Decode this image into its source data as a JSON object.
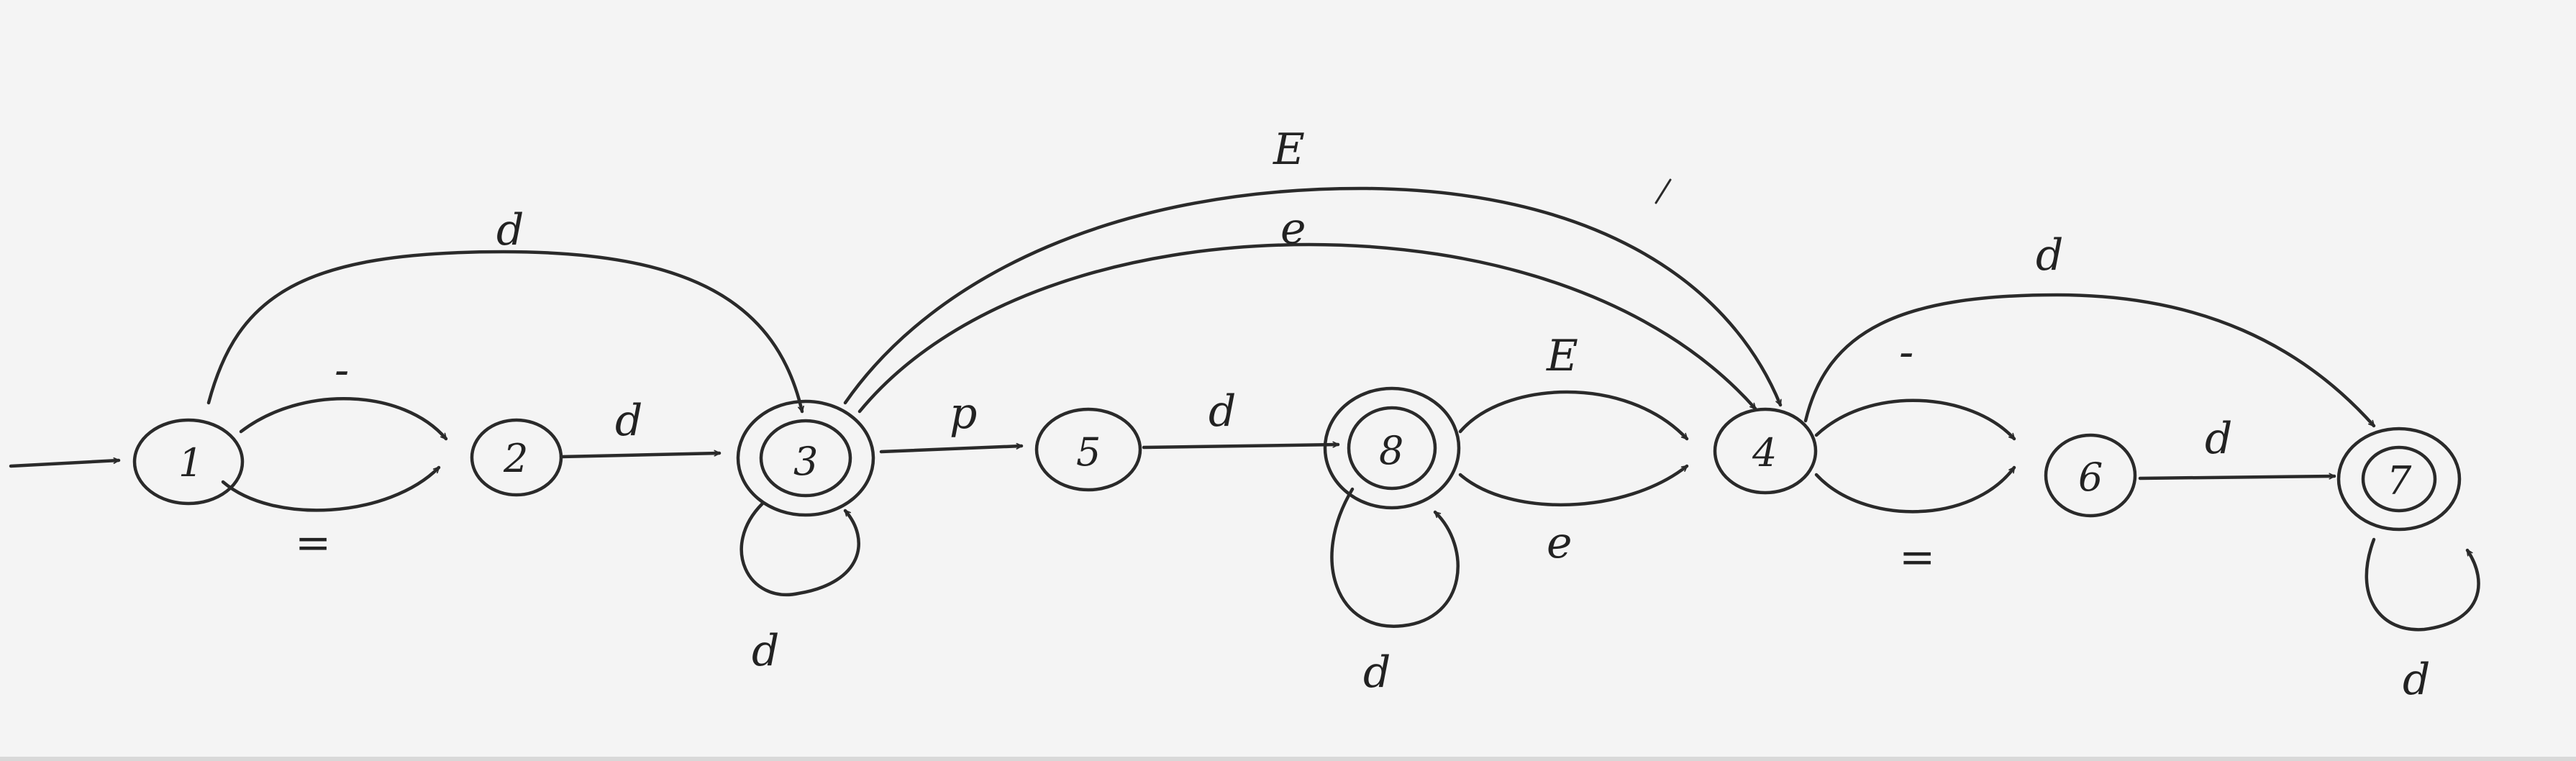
{
  "diagram": {
    "states": [
      {
        "id": "1",
        "label": "1",
        "accepting": false
      },
      {
        "id": "2",
        "label": "2",
        "accepting": false
      },
      {
        "id": "3",
        "label": "3",
        "accepting": true
      },
      {
        "id": "5",
        "label": "5",
        "accepting": false
      },
      {
        "id": "8",
        "label": "8",
        "accepting": true
      },
      {
        "id": "4",
        "label": "4",
        "accepting": false
      },
      {
        "id": "6",
        "label": "6",
        "accepting": false
      },
      {
        "id": "7",
        "label": "7",
        "accepting": true
      }
    ],
    "transitions": [
      {
        "from": "1",
        "to": "3",
        "label": "d"
      },
      {
        "from": "1",
        "to": "2",
        "label": "-"
      },
      {
        "from": "1",
        "to": "2",
        "label": "="
      },
      {
        "from": "2",
        "to": "3",
        "label": "d"
      },
      {
        "from": "3",
        "to": "3",
        "label": "d"
      },
      {
        "from": "3",
        "to": "5",
        "label": "p"
      },
      {
        "from": "3",
        "to": "4",
        "label": "E"
      },
      {
        "from": "3",
        "to": "4",
        "label": "e"
      },
      {
        "from": "5",
        "to": "8",
        "label": "d"
      },
      {
        "from": "8",
        "to": "8",
        "label": "d"
      },
      {
        "from": "8",
        "to": "4",
        "label": "E"
      },
      {
        "from": "8",
        "to": "4",
        "label": "e"
      },
      {
        "from": "4",
        "to": "7",
        "label": "d"
      },
      {
        "from": "4",
        "to": "6",
        "label": "-"
      },
      {
        "from": "4",
        "to": "6",
        "label": "="
      },
      {
        "from": "6",
        "to": "7",
        "label": "d"
      },
      {
        "from": "7",
        "to": "7",
        "label": "d"
      }
    ],
    "start_state": "1",
    "colors": {
      "ink": "#2a2a2a",
      "paper": "#f4f4f4"
    }
  }
}
